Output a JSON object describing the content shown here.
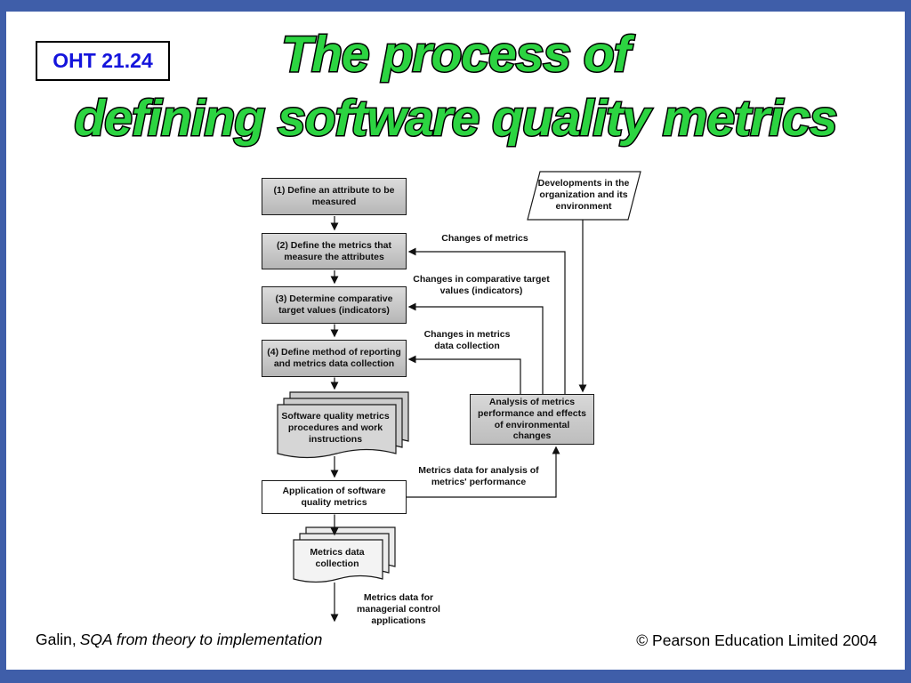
{
  "colors": {
    "frame_blue": "#3f5ea9",
    "title_green": "#2cd441",
    "oht_text_blue": "#1414dc",
    "box_gray": "#c9c9c9"
  },
  "header": {
    "oht_label": "OHT 21.24",
    "title_line1": "The process of",
    "title_line2": "defining software quality metrics"
  },
  "diagram": {
    "steps": {
      "step1": "(1) Define an attribute to be measured",
      "step2": "(2) Define the metrics that measure the attributes",
      "step3": "(3) Determine comparative target values (indicators)",
      "step4": "(4) Define method of reporting and metrics data collection"
    },
    "boxes": {
      "application": "Application of software quality metrics",
      "analysis": "Analysis of metrics performance and effects of environmental changes"
    },
    "shapes": {
      "developments": "Developments in the organization and its environment",
      "doc_procedures": "Software quality metrics procedures and work instructions",
      "doc_collection": "Metrics data collection"
    },
    "edge_labels": {
      "changes_of_metrics": "Changes of metrics",
      "changes_in_targets": "Changes in comparative target values (indicators)",
      "changes_in_collection": "Changes in metrics data collection",
      "data_for_analysis": "Metrics data for analysis of metrics' performance",
      "data_for_managerial": "Metrics data for managerial control applications"
    }
  },
  "footer": {
    "author": "Galin,",
    "book_title": "SQA from theory to implementation",
    "copyright": "© Pearson Education Limited 2004"
  }
}
